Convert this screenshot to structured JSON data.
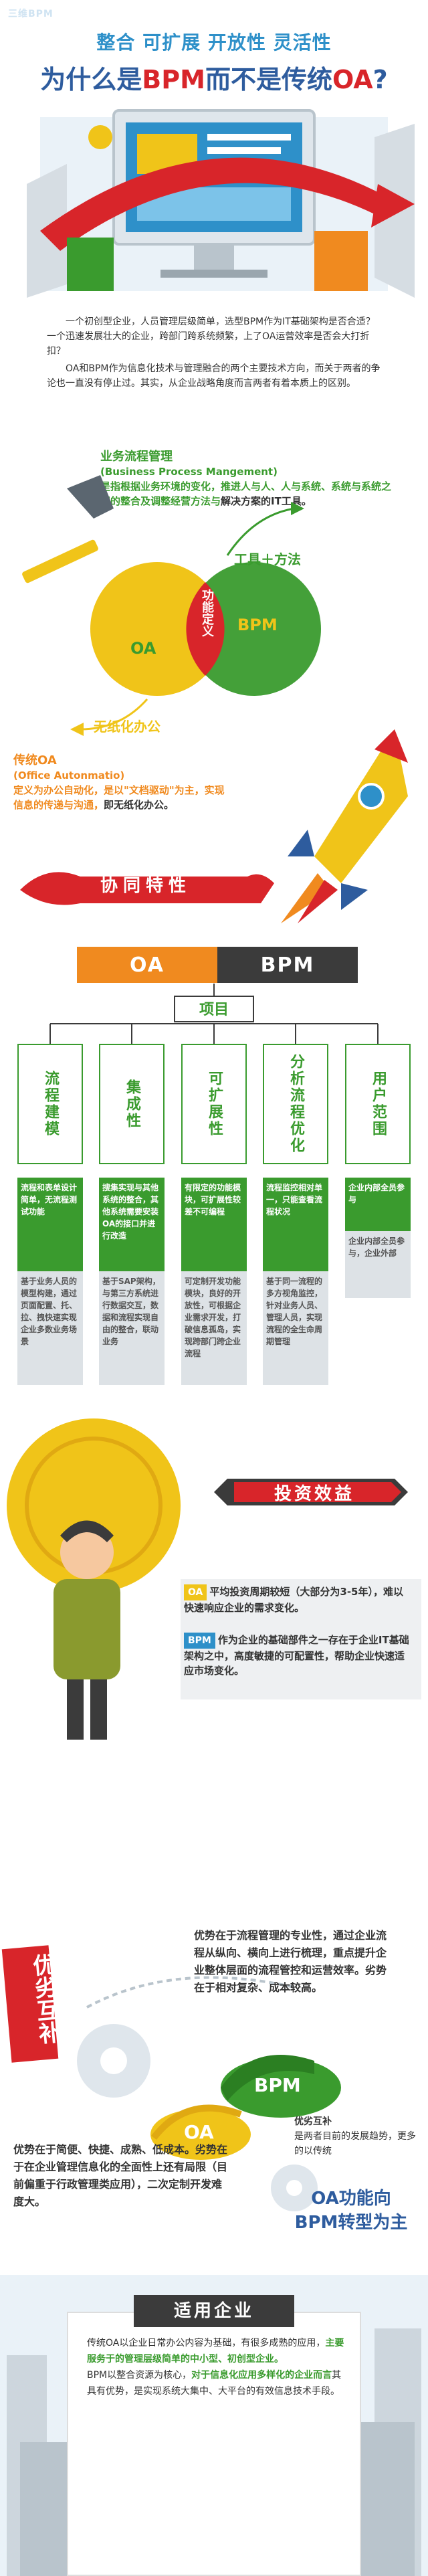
{
  "header": {
    "logo": "三维BPM",
    "subtitle": "整合 可扩展 开放性 灵活性",
    "title_part1": "为什么是",
    "title_part2": "BPM",
    "title_part3": "而不是传统",
    "title_part4": "OA",
    "title_part5": "?"
  },
  "intro": {
    "p1": "一个初创型企业，人员管理层级简单，选型BPM作为IT基础架构是否合适？一个迅速发展壮大的企业，跨部门跨系统频繁，上了OA运营效率是否会大打折扣？",
    "p2": "OA和BPM作为信息化技术与管理融合的两个主要技术方向，而关于两者的争论也一直没有停止过。其实，从企业战略角度而言两者有着本质上的区别。"
  },
  "bpm_def": {
    "heading": "业务流程管理",
    "eng": "(Business Process Mangement)",
    "text": "是指根据业务环境的变化，推进人与人、人与系统、系统与系统之间的整合及调整经营方法与",
    "text_end": "解决方案的IT工具。"
  },
  "venn": {
    "tools": "工具＋方法",
    "oa": "OA",
    "bpm": "BPM",
    "middle": "功能定义",
    "paperless": "无纸化办公"
  },
  "oa_def": {
    "heading": "传统OA",
    "eng": "(Office Autonmatio)",
    "text": "定义为办公自动化，是以\"文档驱动\"为主，实现信息的传递与沟通，",
    "text_end": "即无纸化办公。"
  },
  "collab": {
    "title": "协同特性"
  },
  "compare": {
    "oa": "OA",
    "bpm": "BPM",
    "items": "项目",
    "columns": [
      {
        "name": "流程建模",
        "oa": "流程和表单设计简单，无流程测试功能",
        "bpm": "基于业务人员的模型构建，通过页面配置、托、拉、拽快速实现企业多数业务场景"
      },
      {
        "name": "集成性",
        "oa": "搜集实现与其他系统的整合，其他系统需要安装OA的接口并进行改造",
        "bpm": "基于SAP架构，与第三方系统进行数据交互，数据和流程实现自由的整合，联动业务"
      },
      {
        "name": "可扩展性",
        "oa": "有限定的功能模块，可扩展性较差不可编程",
        "bpm": "可定制开发功能模块，良好的开放性，可根据企业需求开发，打破信息孤岛，实现跨部门跨企业流程"
      },
      {
        "name": "分析流程优化",
        "oa": "流程监控相对单一，只能查看流程状况",
        "bpm": "基于同一流程的多方视角监控，针对业务人员、管理人员，实现流程的全生命周期管理"
      },
      {
        "name": "用户范围",
        "oa": "企业内部全员参与",
        "bpm": "企业内部全员参与，企业外部"
      }
    ]
  },
  "invest": {
    "title": "投资效益",
    "oa_tag": "OA",
    "oa_text": "平均投资周期较短（大部分为3-5年），难以快速响应企业的需求变化。",
    "bpm_tag": "BPM",
    "bpm_text": "作为企业的基础部件之一存在于企业IT基础架构之中，高度敏捷的可配置性，帮助企业快速适应市场变化。"
  },
  "pros": {
    "title": "优劣互补",
    "bpm_label": "BPM",
    "oa_label": "OA",
    "bpm_text": "优势在于流程管理的专业性，通过企业流程从纵向、横向上进行梳理，重点提升企业整体层面的流程管控和运营效率。劣势在于相对复杂、成本较高。",
    "oa_text": "优势在于简便、快捷、成熟、低成本。劣势在于在企业管理信息化的全面性上还有局限（目前偏重于行政管理类应用），二次定制开发难度大。",
    "right_head": "优劣互补",
    "right_text": "是两者目前的发展趋势，更多的以传统",
    "big_line1": "OA功能向",
    "big_line2": "BPM转型为主"
  },
  "apply": {
    "title": "适用企业",
    "p1a": "传统OA以企业日常办公内容为基础，有很多成熟的应用，",
    "p1b": "主要服务于的管理层级简单的中小型、初创型企业。",
    "p2a": "BPM以整合资源为核心，",
    "p2b": "对于信息化应用多样化的企业而言",
    "p2c": "其具有优势，是实现系统大集中、大平台的有效信息技术手段。"
  },
  "colors": {
    "green": "#3a9b2e",
    "blue": "#2e5c9e",
    "red": "#d8252a",
    "orange": "#f08a1f",
    "dark": "#3b3b3b"
  }
}
